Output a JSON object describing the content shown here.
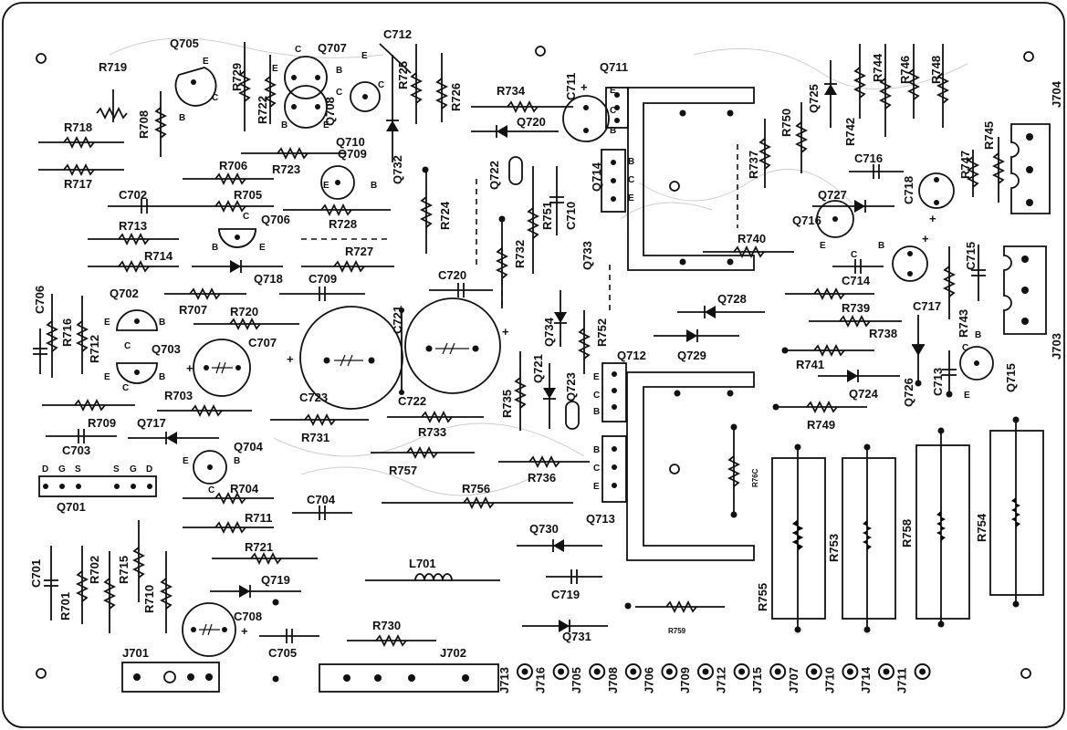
{
  "board": {
    "title": "",
    "ic": {
      "name": "Q701",
      "pins_left": [
        "D",
        "G",
        "S"
      ],
      "pins_right": [
        "S",
        "G",
        "D"
      ]
    },
    "transistors": [
      "Q702",
      "Q703",
      "Q704",
      "Q705",
      "Q706",
      "Q707",
      "Q708",
      "Q709",
      "Q710",
      "Q711",
      "Q712",
      "Q713",
      "Q714",
      "Q715",
      "Q716",
      "Q717",
      "Q718",
      "Q719",
      "Q720",
      "Q721",
      "Q722",
      "Q723",
      "Q724",
      "Q725",
      "Q726",
      "Q727",
      "Q728",
      "Q729",
      "Q730",
      "Q731",
      "Q732",
      "Q733",
      "Q734"
    ],
    "resistors": [
      "R701",
      "R702",
      "R703",
      "R704",
      "R705",
      "R706",
      "R707",
      "R708",
      "R709",
      "R710",
      "R711",
      "R712",
      "R713",
      "R714",
      "R715",
      "R716",
      "R717",
      "R718",
      "R719",
      "R720",
      "R721",
      "R722",
      "R723",
      "R724",
      "R725",
      "R726",
      "R727",
      "R728",
      "R729",
      "R730",
      "R731",
      "R732",
      "R733",
      "R734",
      "R735",
      "R736",
      "R737",
      "R738",
      "R739",
      "R740",
      "R741",
      "R742",
      "R743",
      "R744",
      "R745",
      "R746",
      "R747",
      "R748",
      "R749",
      "R750",
      "R751",
      "R752",
      "R753",
      "R754",
      "R755",
      "R756",
      "R757",
      "R758",
      "R759",
      "R76C"
    ],
    "capacitors": [
      "C701",
      "C702",
      "C703",
      "C704",
      "C705",
      "C706",
      "C707",
      "C708",
      "C709",
      "C710",
      "C711",
      "C712",
      "C713",
      "C714",
      "C715",
      "C716",
      "C717",
      "C718",
      "C719",
      "C720",
      "C721",
      "C722",
      "C723"
    ],
    "inductor": "L701",
    "connectors": [
      "J701",
      "J702",
      "J703",
      "J704"
    ],
    "jacks": [
      "J713",
      "J716",
      "J705",
      "J708",
      "J706",
      "J709",
      "J712",
      "J715",
      "J707",
      "J710",
      "J714",
      "J711"
    ],
    "pin_letters": {
      "e": "E",
      "b": "B",
      "c": "C",
      "plus": "+"
    }
  }
}
